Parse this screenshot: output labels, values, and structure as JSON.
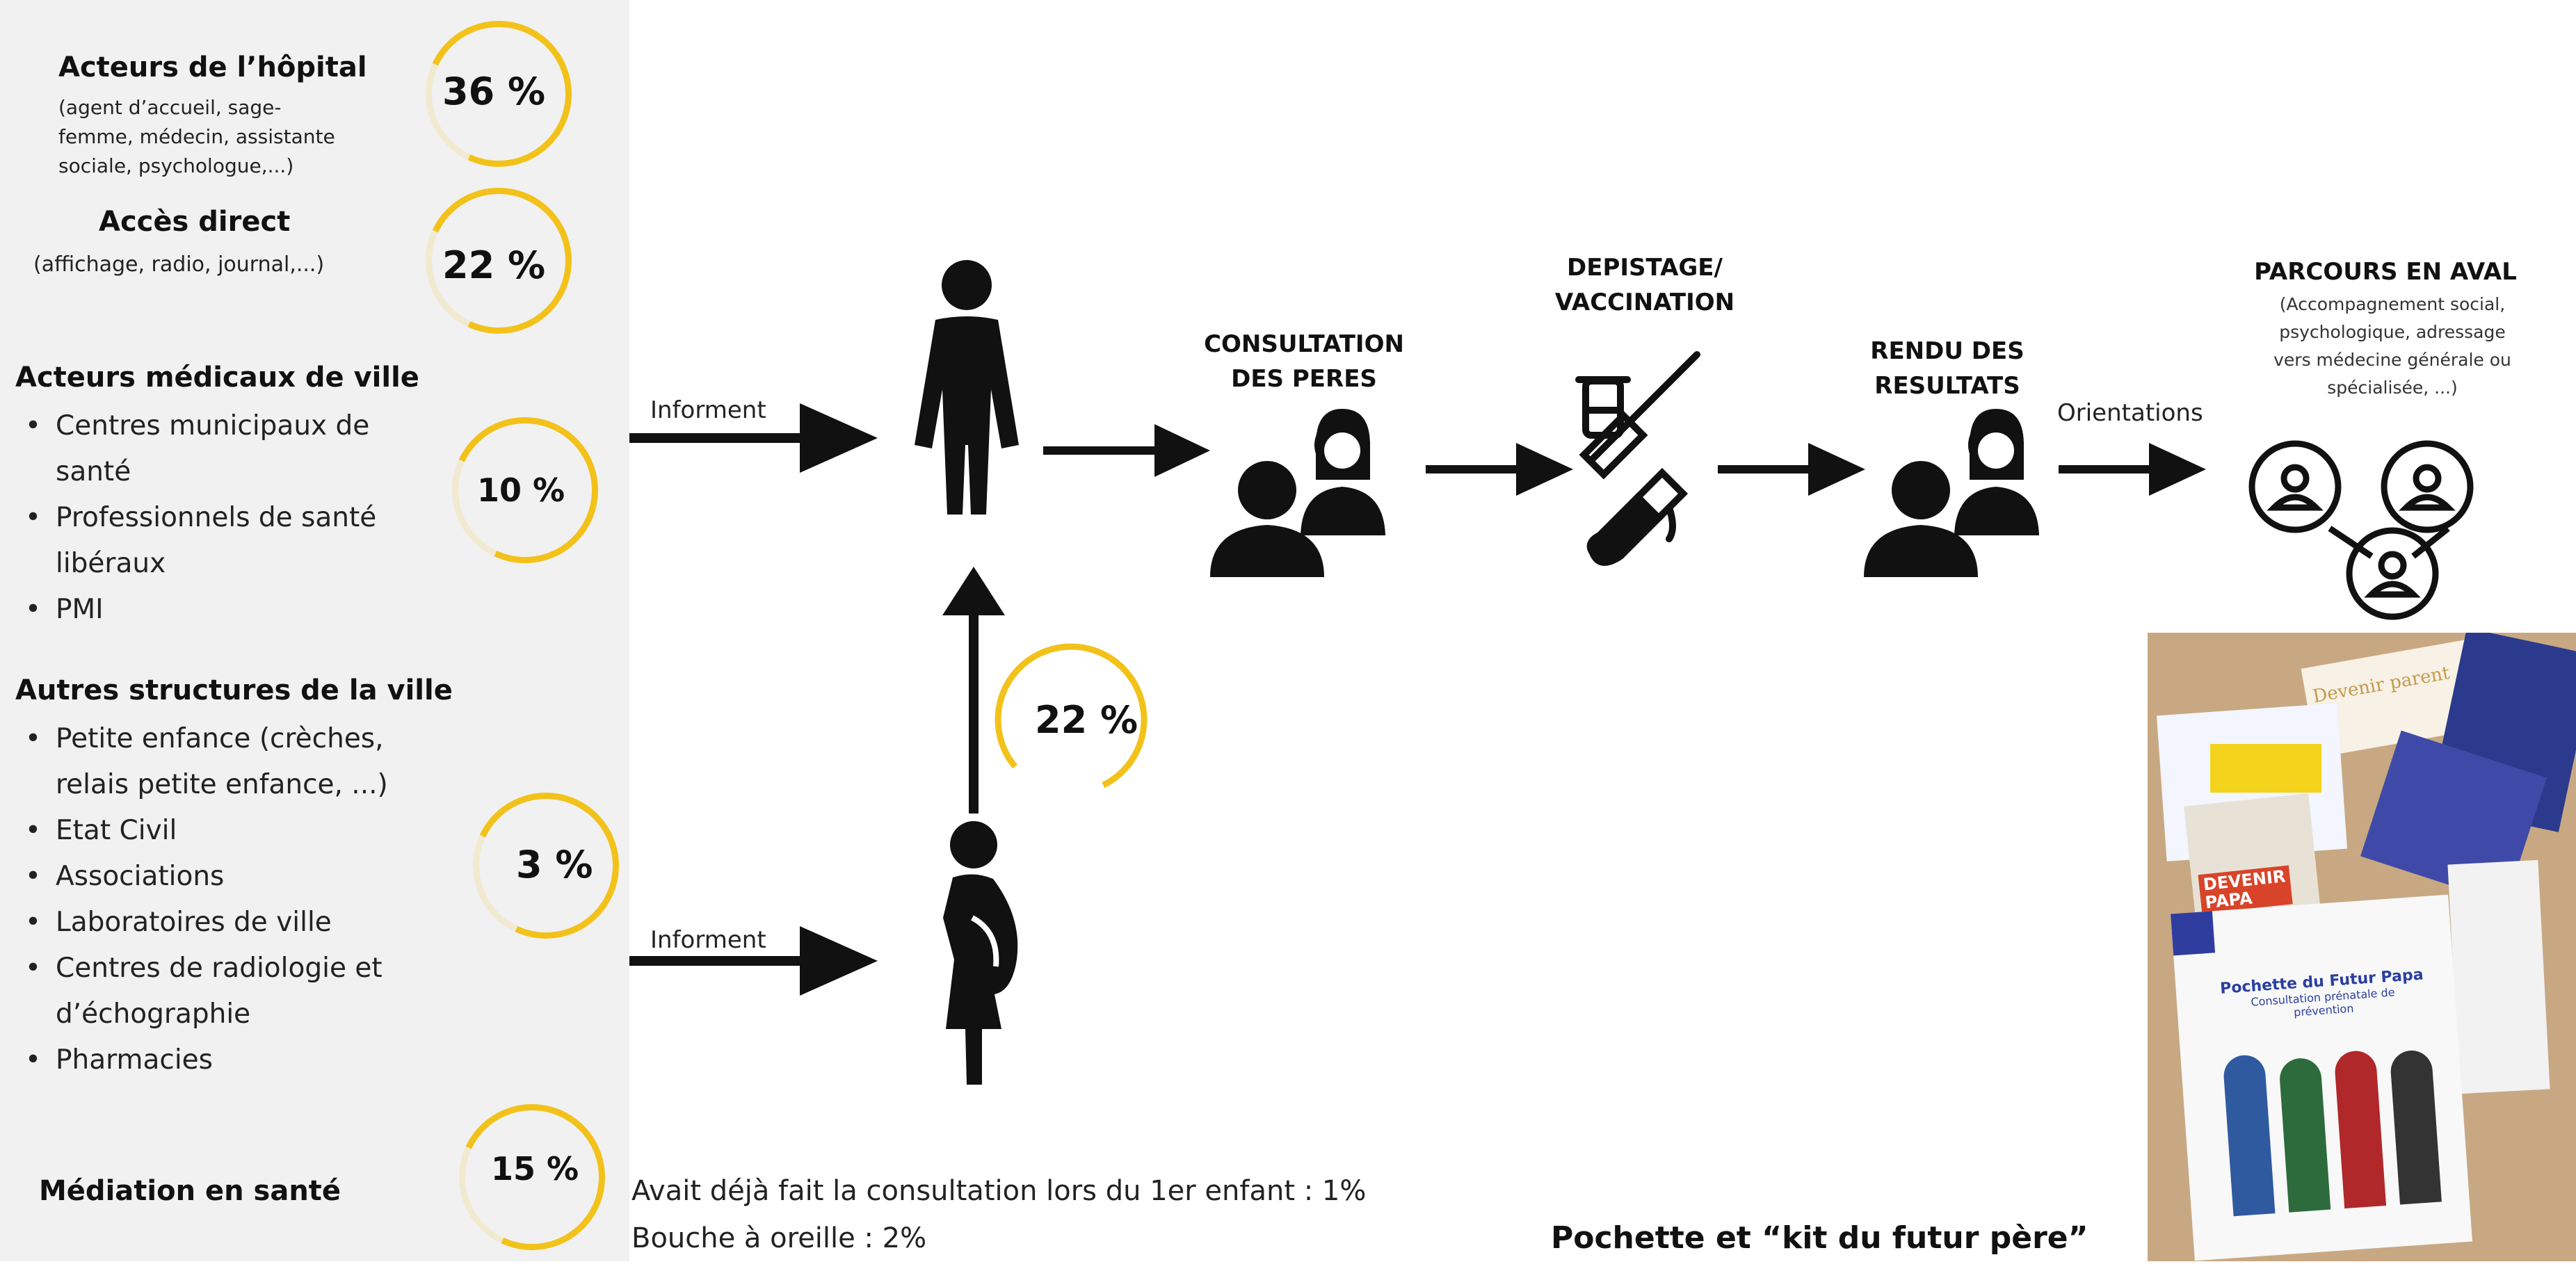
{
  "sources": {
    "hopital": {
      "heading": "Acteurs de l’hôpital",
      "sub": [
        "(agent d’accueil, sage-",
        "femme, médecin, assistante",
        "sociale, psychologue,...)"
      ],
      "percent": "36 %"
    },
    "acces_direct": {
      "heading": "Accès direct",
      "sub": "(affichage, radio, journal,...)",
      "percent": "22 %"
    },
    "medicaux_ville": {
      "heading": "Acteurs médicaux  de ville",
      "items": [
        "Centres municipaux de",
        "santé",
        "Professionnels de santé",
        "libéraux",
        "PMI"
      ],
      "percent": "10 %"
    },
    "autres_structures": {
      "heading": "Autres structures de la ville",
      "items": [
        "Petite enfance (crèches,",
        "relais petite enfance, ...)",
        "Etat Civil",
        "Associations",
        "Laboratoires de ville",
        "Centres de radiologie et",
        "d’échographie",
        "Pharmacies"
      ],
      "percent": "3 %"
    },
    "mediation": {
      "heading": "Médiation en santé",
      "percent": "15 %"
    }
  },
  "flow": {
    "informent_top": "Informent",
    "informent_bottom": "Informent",
    "mother_to_father_percent": "22 %",
    "consultation": [
      "CONSULTATION",
      "DES PERES"
    ],
    "depistage": [
      "DEPISTAGE/",
      "VACCINATION"
    ],
    "rendu": [
      "RENDU DES",
      "RESULTATS"
    ],
    "orientations": "Orientations",
    "parcours_title": "PARCOURS EN AVAL",
    "parcours_sub": [
      "(Accompagnement social,",
      "psychologique, adressage",
      "vers médecine générale ou",
      "spécialisée, ...)"
    ]
  },
  "notes": [
    "Avait déjà fait la consultation lors du 1er enfant : 1%",
    "Bouche à oreille : 2%"
  ],
  "kit": {
    "title": "Pochette et “kit du futur père”",
    "photo_texts": {
      "devenir_parent": "Devenir parent",
      "devenir_papa": [
        "DEVENIR",
        "PAPA"
      ],
      "pochette": [
        "Pochette du Futur Papa",
        "Consultation prénatale de",
        "prévention"
      ]
    }
  },
  "colors": {
    "accent_yellow": "#f2c21b",
    "sidebar_bg": "#f1f1f1",
    "ink": "#111111"
  }
}
